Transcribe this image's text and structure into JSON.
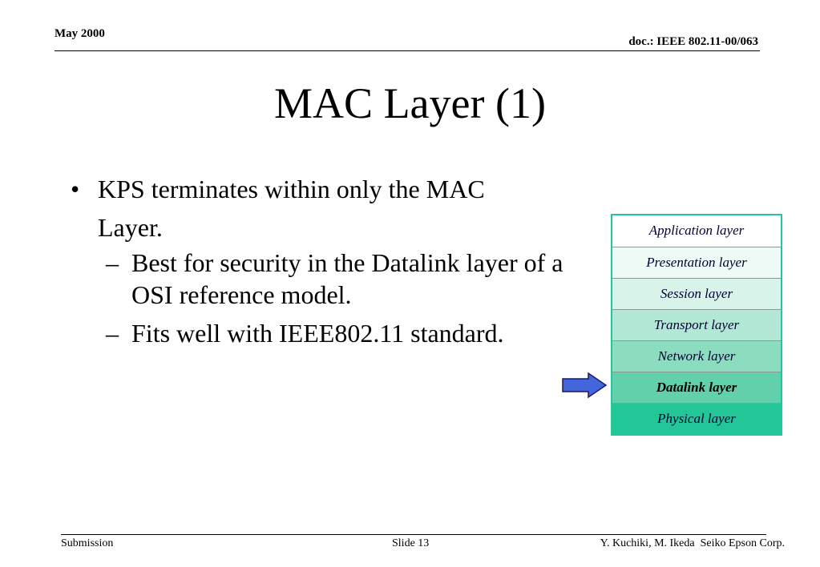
{
  "header": {
    "date": "May 2000",
    "doc": "doc.: IEEE 802.11-00/063"
  },
  "title": "MAC Layer (1)",
  "bullets": {
    "mark": "•",
    "main_line1": "KPS terminates within only the MAC",
    "main_line2": "Layer.",
    "sub_mark": "–",
    "sub1": "Best for security in the Datalink layer of a OSI reference model.",
    "sub2": "Fits well with IEEE802.11 standard."
  },
  "osi_stack": {
    "layers": [
      {
        "label": "Application layer",
        "color": "#ffffff"
      },
      {
        "label": "Presentation layer",
        "color": "#eefaf6"
      },
      {
        "label": "Session layer",
        "color": "#d8f3ea"
      },
      {
        "label": "Transport layer",
        "color": "#b3e8d6"
      },
      {
        "label": "Network layer",
        "color": "#8cdcc0"
      },
      {
        "label": "Datalink layer",
        "color": "#62d1ab"
      },
      {
        "label": "Physical layer",
        "color": "#22c697"
      }
    ],
    "highlighted_layer": "Datalink layer",
    "border_color": "#1fc79a",
    "arrow_color": "#4466dd"
  },
  "footer": {
    "left": "Submission",
    "center": "Slide 13",
    "right": "Y. Kuchiki, M. Ikeda  Seiko Epson Corp."
  }
}
